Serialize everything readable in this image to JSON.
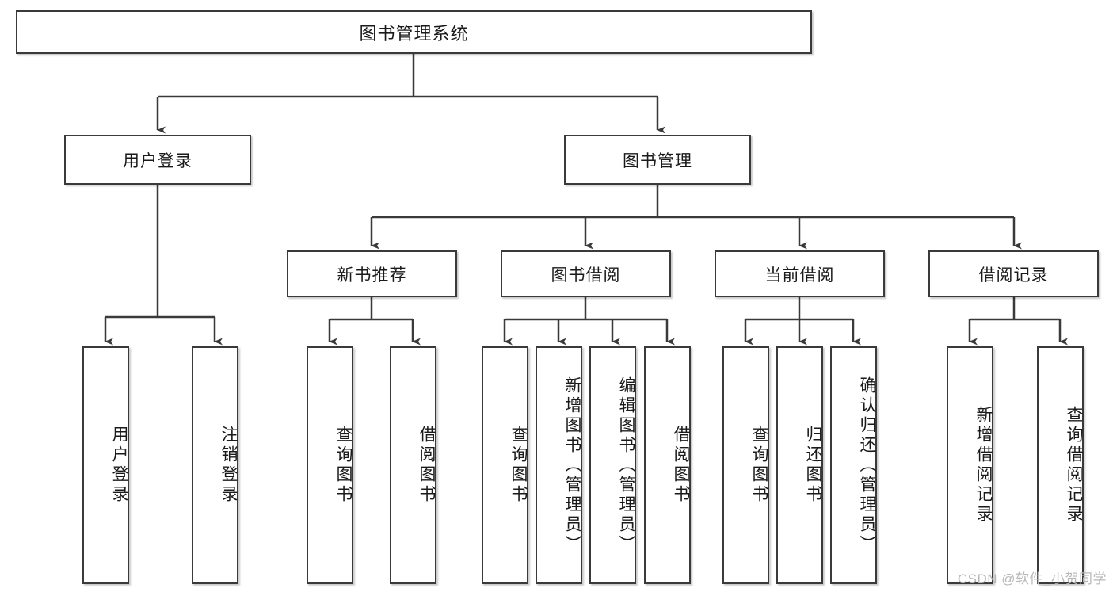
{
  "diagram": {
    "type": "tree",
    "title": "图书管理系统",
    "root": {
      "id": "root",
      "label": "图书管理系统"
    },
    "level2": [
      {
        "id": "user-login",
        "label": "用户登录"
      },
      {
        "id": "book-manage",
        "label": "图书管理"
      }
    ],
    "level3": [
      {
        "id": "new-book-recommend",
        "label": "新书推荐"
      },
      {
        "id": "book-borrow",
        "label": "图书借阅"
      },
      {
        "id": "current-borrow",
        "label": "当前借阅"
      },
      {
        "id": "borrow-record",
        "label": "借阅记录"
      }
    ],
    "leaves": {
      "user_login": [
        {
          "id": "leaf-user-login",
          "label": "用户登录"
        },
        {
          "id": "leaf-logout-login",
          "label": "注销登录"
        }
      ],
      "new_book_recommend": [
        {
          "id": "leaf-query-book-1",
          "label": "查询图书"
        },
        {
          "id": "leaf-borrow-book-1",
          "label": "借阅图书"
        }
      ],
      "book_borrow": [
        {
          "id": "leaf-query-book-2",
          "label": "查询图书"
        },
        {
          "id": "leaf-add-book",
          "label": "新增图书（管理员）"
        },
        {
          "id": "leaf-edit-book",
          "label": "编辑图书（管理员）"
        },
        {
          "id": "leaf-borrow-book-2",
          "label": "借阅图书"
        }
      ],
      "current_borrow": [
        {
          "id": "leaf-query-book-3",
          "label": "查询图书"
        },
        {
          "id": "leaf-return-book",
          "label": "归还图书"
        },
        {
          "id": "leaf-confirm-return",
          "label": "确认归还（管理员）"
        }
      ],
      "borrow_record": [
        {
          "id": "leaf-add-record",
          "label": "新增借阅记录"
        },
        {
          "id": "leaf-query-record",
          "label": "查询借阅记录"
        }
      ]
    }
  },
  "watermark": {
    "text": "CSDN @软件_小贺同学"
  },
  "colors": {
    "box_border": "#3a3a3a",
    "box_fill": "#ffffff",
    "connector": "#3a3a3a",
    "text": "#1a1a1a",
    "watermark": "#b8b8b8",
    "background": "#ffffff"
  }
}
